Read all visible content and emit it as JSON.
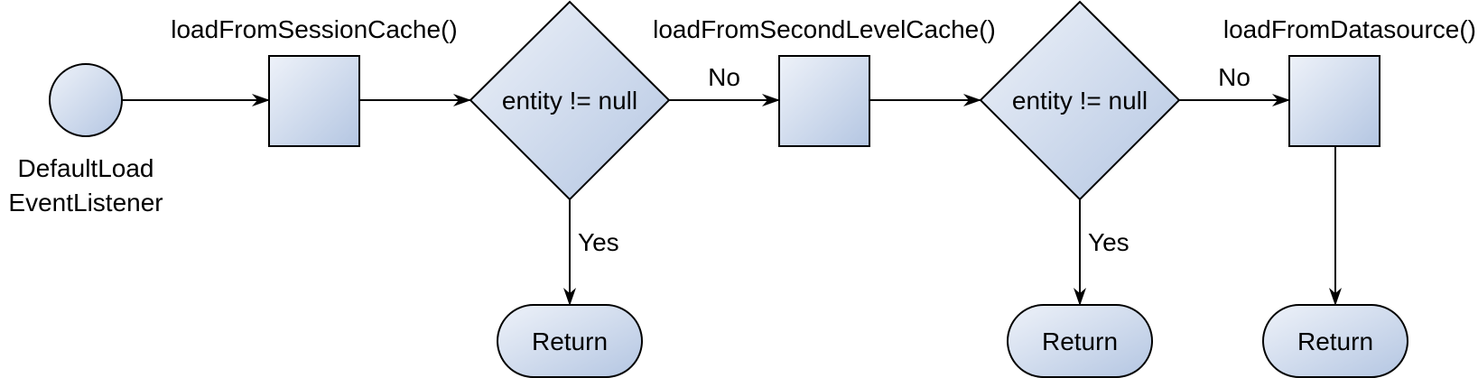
{
  "start": {
    "label_line1": "DefaultLoad",
    "label_line2": "EventListener"
  },
  "steps": [
    {
      "label": "loadFromSessionCache()"
    },
    {
      "label": "loadFromSecondLevelCache()"
    },
    {
      "label": "loadFromDatasource()"
    }
  ],
  "decisions": [
    {
      "text": "entity != null",
      "yes_label": "Yes",
      "no_label": "No"
    },
    {
      "text": "entity != null",
      "yes_label": "Yes",
      "no_label": "No"
    }
  ],
  "returns": [
    {
      "label": "Return"
    },
    {
      "label": "Return"
    },
    {
      "label": "Return"
    }
  ],
  "colors": {
    "fill_light": "#eef2f9",
    "fill_dark": "#b4c6e2",
    "stroke": "#000000"
  }
}
